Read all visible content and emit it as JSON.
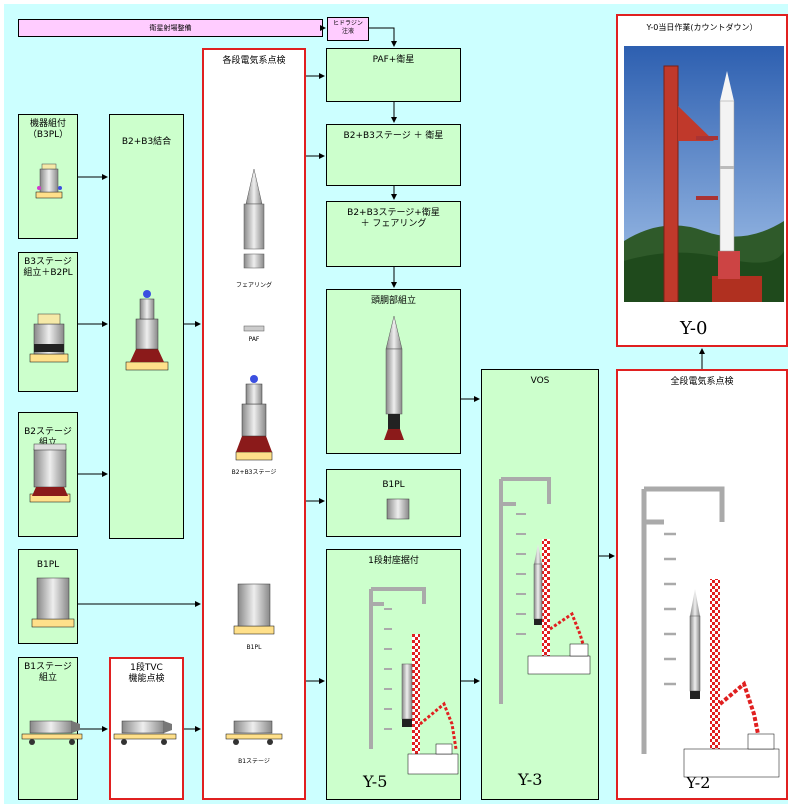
{
  "top_bar": {
    "label": "衛星射場整備",
    "hydrazine": "ヒドラジン\n注液"
  },
  "stages": {
    "b3pl": "機器組付\n（B3PL）",
    "b3_stage": "B3ステージ\n組立＋B2PL",
    "b2_stage": "B2ステージ\n組立",
    "b1pl_left": "B1PL",
    "b1_stage": "B1ステージ\n組立",
    "b2b3_join": "B2+B3結合",
    "tvc": "1段TVC\n機能点検",
    "elec_check": "各段電気系点検",
    "paf_sat": "PAF+衛星",
    "b2b3_sat": "B2+B3ステージ ＋ 衛星",
    "b2b3_fairing": "B2+B3ステージ+衛星\n＋ フェアリング",
    "nose_assembly": "頭胴部組立",
    "b1pl_mid": "B1PL",
    "launcher_mount": "1段射座据付",
    "vos": "VOS",
    "all_stage_check": "全段電気系点検",
    "countdown": "Y-0当日作業(カウントダウン）"
  },
  "parts": {
    "fairing": "フェアリング",
    "paf": "PAF",
    "b2b3": "B2+B3ステージ",
    "b1pl": "B1PL",
    "b1_stage": "B1ステージ"
  },
  "days": {
    "y0": "Y-0",
    "y5": "Y-5",
    "y3": "Y-3",
    "y2": "Y-2"
  },
  "colors": {
    "box_fill": "#ccffcc",
    "background": "#ccffff",
    "top_bar": "#ffccff",
    "red_border": "#e02020"
  },
  "icons": [
    "rocket-icon",
    "stage-icon",
    "launcher-icon",
    "launch-photo"
  ]
}
